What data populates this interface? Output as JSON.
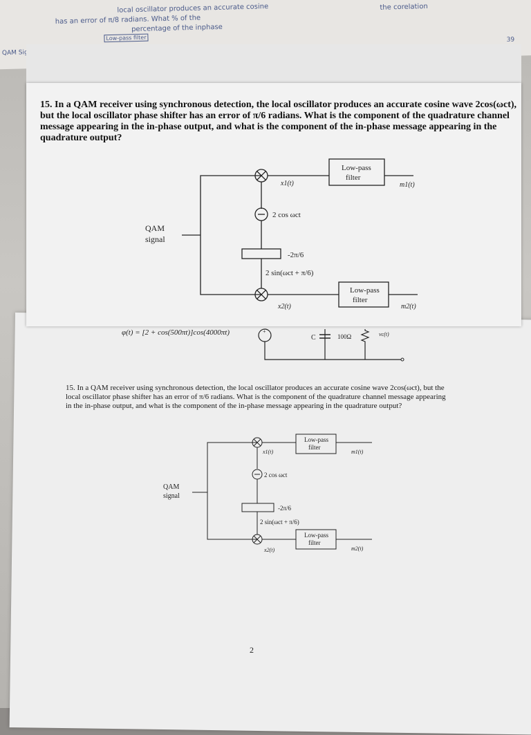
{
  "handwriting": {
    "line1": "local oscillator produces an accurate cosine",
    "line2": "has an error of π/8 radians. What % of the",
    "line3": "percentage of the inphase",
    "line4": "the corelation",
    "lpf_note": "Low-pass filter",
    "side_left": "QAM Signal",
    "side_right": "39"
  },
  "question_top": {
    "text": "15. In a QAM receiver using synchronous detection, the local oscillator produces an accurate cosine wave 2cos(ωct), but the local oscillator phase shifter has an error of π/6 radians. What is the component of the quadrature channel message appearing in the in-phase output, and what is the component of the in-phase message appearing in the quadrature output?"
  },
  "diagram_top": {
    "x1": "x1(t)",
    "lpf1_a": "Low-pass",
    "lpf1_b": "filter",
    "m1": "m1(t)",
    "osc": "2 cos ωct",
    "qam_a": "QAM",
    "qam_b": "signal",
    "shift": "-2π/6",
    "sin": "2 sin(ωct + π/6)",
    "lpf2_a": "Low-pass",
    "lpf2_b": "filter",
    "x2": "x2(t)",
    "m2": "m2(t)"
  },
  "middle": {
    "equation": "φ(t) = [2 + cos(500πt)]cos(4000πt)",
    "cap": "C",
    "res": "100Ω",
    "vc": "vc(t)"
  },
  "question_bottom": {
    "text": "15. In a QAM receiver using synchronous detection, the local oscillator produces an accurate cosine wave 2cos(ωct), but the local oscillator phase shifter has an error of π/6 radians. What is the component of the quadrature channel message appearing in the in-phase output, and what is the component of the in-phase message appearing in the quadrature output?"
  },
  "diagram_bottom": {
    "x1": "x1(t)",
    "lpf1_a": "Low-pass",
    "lpf1_b": "filter",
    "m1": "m1(t)",
    "osc": "2 cos ωct",
    "qam_a": "QAM",
    "qam_b": "signal",
    "shift": "-2π/6",
    "sin": "2 sin(ωct + π/6)",
    "lpf2_a": "Low-pass",
    "lpf2_b": "filter",
    "x2": "x2(t)",
    "m2": "m2(t)"
  },
  "page_number": "2"
}
